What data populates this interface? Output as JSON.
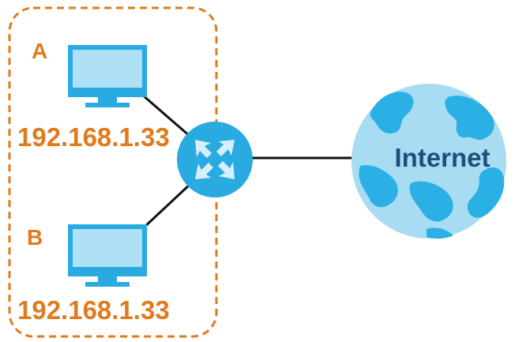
{
  "devices": [
    {
      "letter": "A",
      "ip": "192.168.1.33"
    },
    {
      "letter": "B",
      "ip": "192.168.1.33"
    }
  ],
  "cloud": {
    "label": "Internet"
  },
  "icons": {
    "computer": "computer-monitor-icon",
    "router": "router-icon",
    "globe": "globe-icon"
  },
  "colors": {
    "accent_orange": "#e07b1c",
    "device_blue": "#29abe2",
    "globe_light": "#a8dcf3",
    "globe_dark": "#2ab0e4",
    "internet_text": "#1f4e7a",
    "link": "#111111"
  }
}
